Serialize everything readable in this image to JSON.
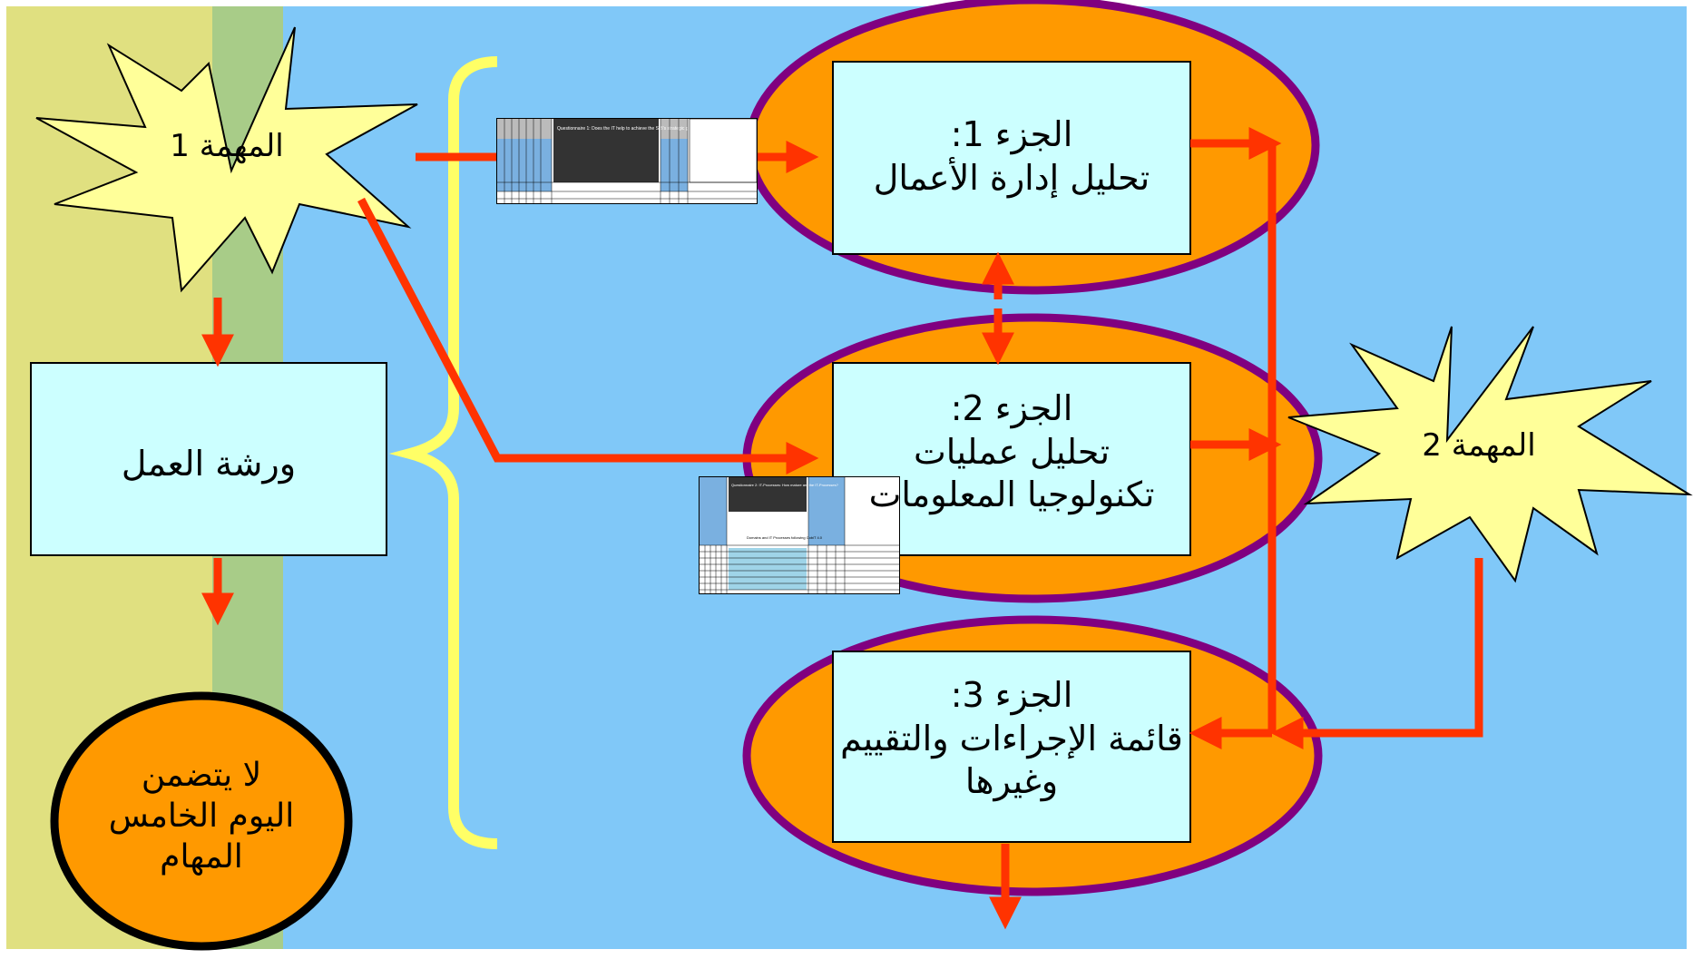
{
  "colors": {
    "background_blue": "#80c8f8",
    "left_band": "#e0e080",
    "mid_band": "#a8cc88",
    "box_fill": "#ccffff",
    "ellipse_fill": "#ff9900",
    "ellipse_stroke": "#800080",
    "arrow": "#ff3300",
    "star_fill": "#ffff99",
    "brace": "#ffff66"
  },
  "task1": {
    "label": "المهمة 1"
  },
  "task2": {
    "label": "المهمة 2"
  },
  "workshop": {
    "label": "ورشة العمل"
  },
  "day5_note": {
    "line1": "لا يتضمن",
    "line2": "اليوم الخامس",
    "line3": "المهام"
  },
  "part1": {
    "title": "الجزء 1:",
    "subtitle": "تحليل إدارة الأعمال"
  },
  "part2": {
    "title": "الجزء 2:",
    "line2": "تحليل عمليات",
    "line3": "تكنولوجيا المعلومات"
  },
  "part3": {
    "title": "الجزء 3:",
    "line2": "قائمة الإجراءات والتقييم",
    "line3": "وغيرها"
  },
  "questionnaire1": {
    "heading": "Questionnaire 1: Does the IT help to achieve the SIB's strategic goals?"
  },
  "questionnaire2": {
    "heading": "Questionnaire 2: IT-Processes: How mature are the IT-Processes?",
    "subheading": "Domains and IT Processes following CobiT 4.0"
  }
}
